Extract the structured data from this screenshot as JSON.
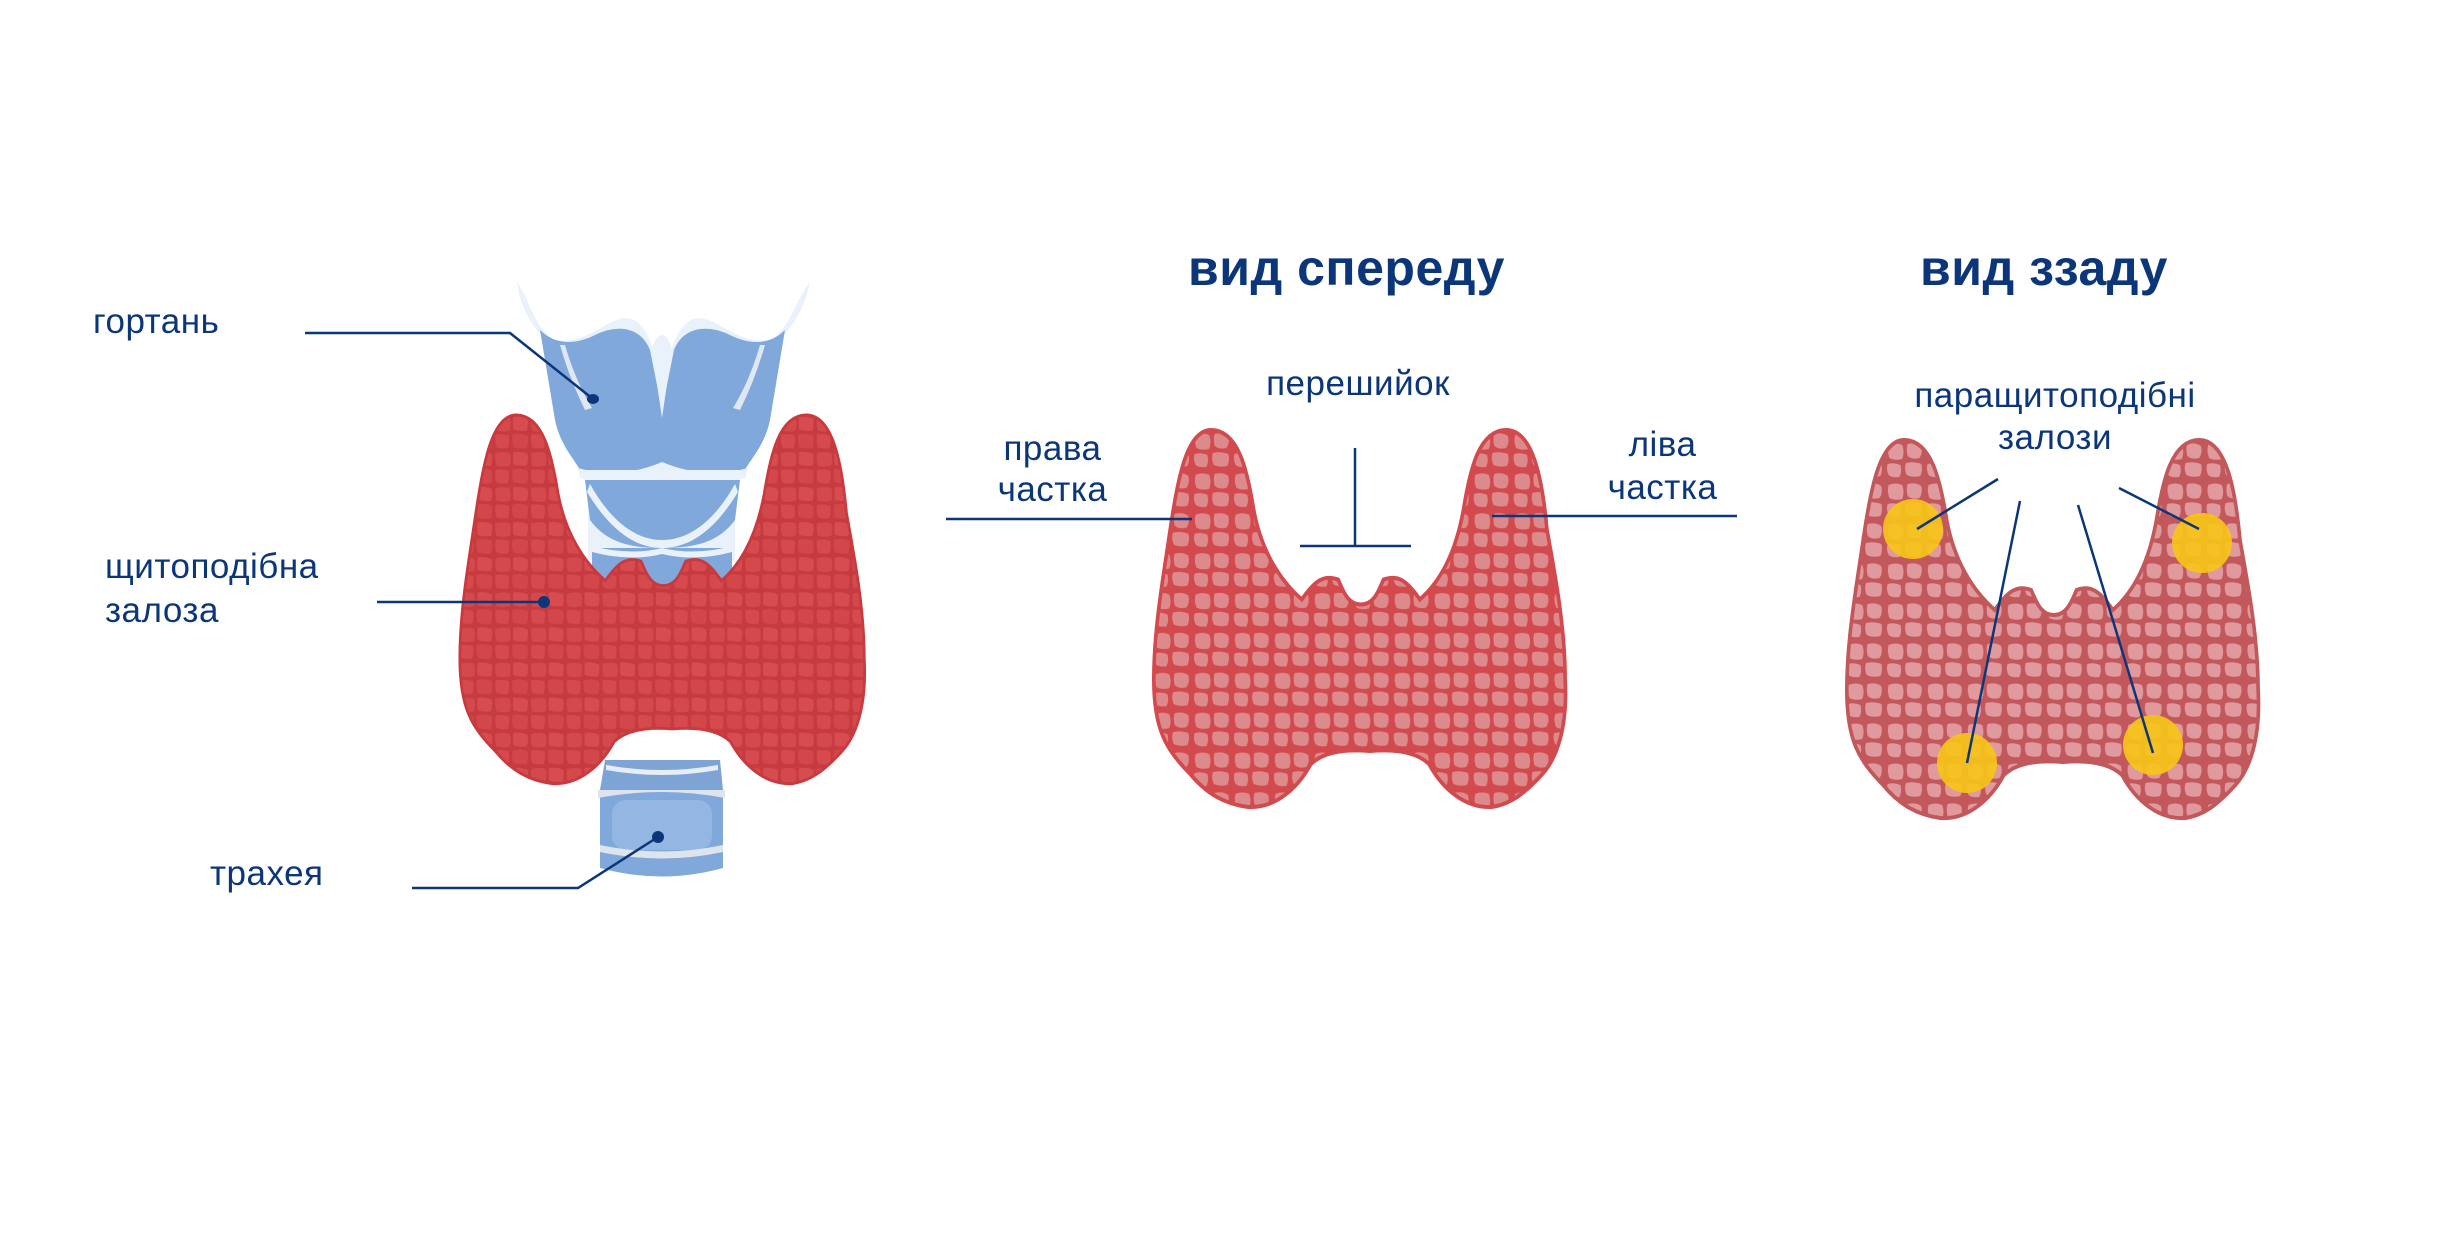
{
  "colors": {
    "label_text": "#0b3679",
    "leader_line": "#0b3679",
    "thyroid_front_outer": "#d24a4d",
    "thyroid_front_cell": "#dd8a8c",
    "thyroid_back_outer": "#c2585b",
    "thyroid_back_cell": "#e0999c",
    "thyroid_anatomy": "#d4484b",
    "thyroid_anatomy_cell": "#c63b40",
    "larynx_blue": "#80a8da",
    "larynx_blue_dark": "#6e94c8",
    "cartilage_white": "#e9f1fa",
    "parathyroid_yellow": "#f6c419",
    "background": "#ffffff"
  },
  "anatomy_view": {
    "labels": {
      "larynx": "гортань",
      "thyroid_line1": "щитоподібна",
      "thyroid_line2": "залоза",
      "trachea": "трахея"
    }
  },
  "front_view": {
    "title": "вид спереду",
    "labels": {
      "isthmus": "перешийок",
      "right_lobe_line1": "права",
      "right_lobe_line2": "частка",
      "left_lobe_line1": "ліва",
      "left_lobe_line2": "частка"
    }
  },
  "back_view": {
    "title": "вид ззаду",
    "labels": {
      "parathyroid_line1": "паращитоподібні",
      "parathyroid_line2": "залози"
    },
    "parathyroid_glands": [
      {
        "position": "upper-right-lobe"
      },
      {
        "position": "upper-left-lobe"
      },
      {
        "position": "lower-right-lobe"
      },
      {
        "position": "lower-left-lobe"
      }
    ]
  }
}
